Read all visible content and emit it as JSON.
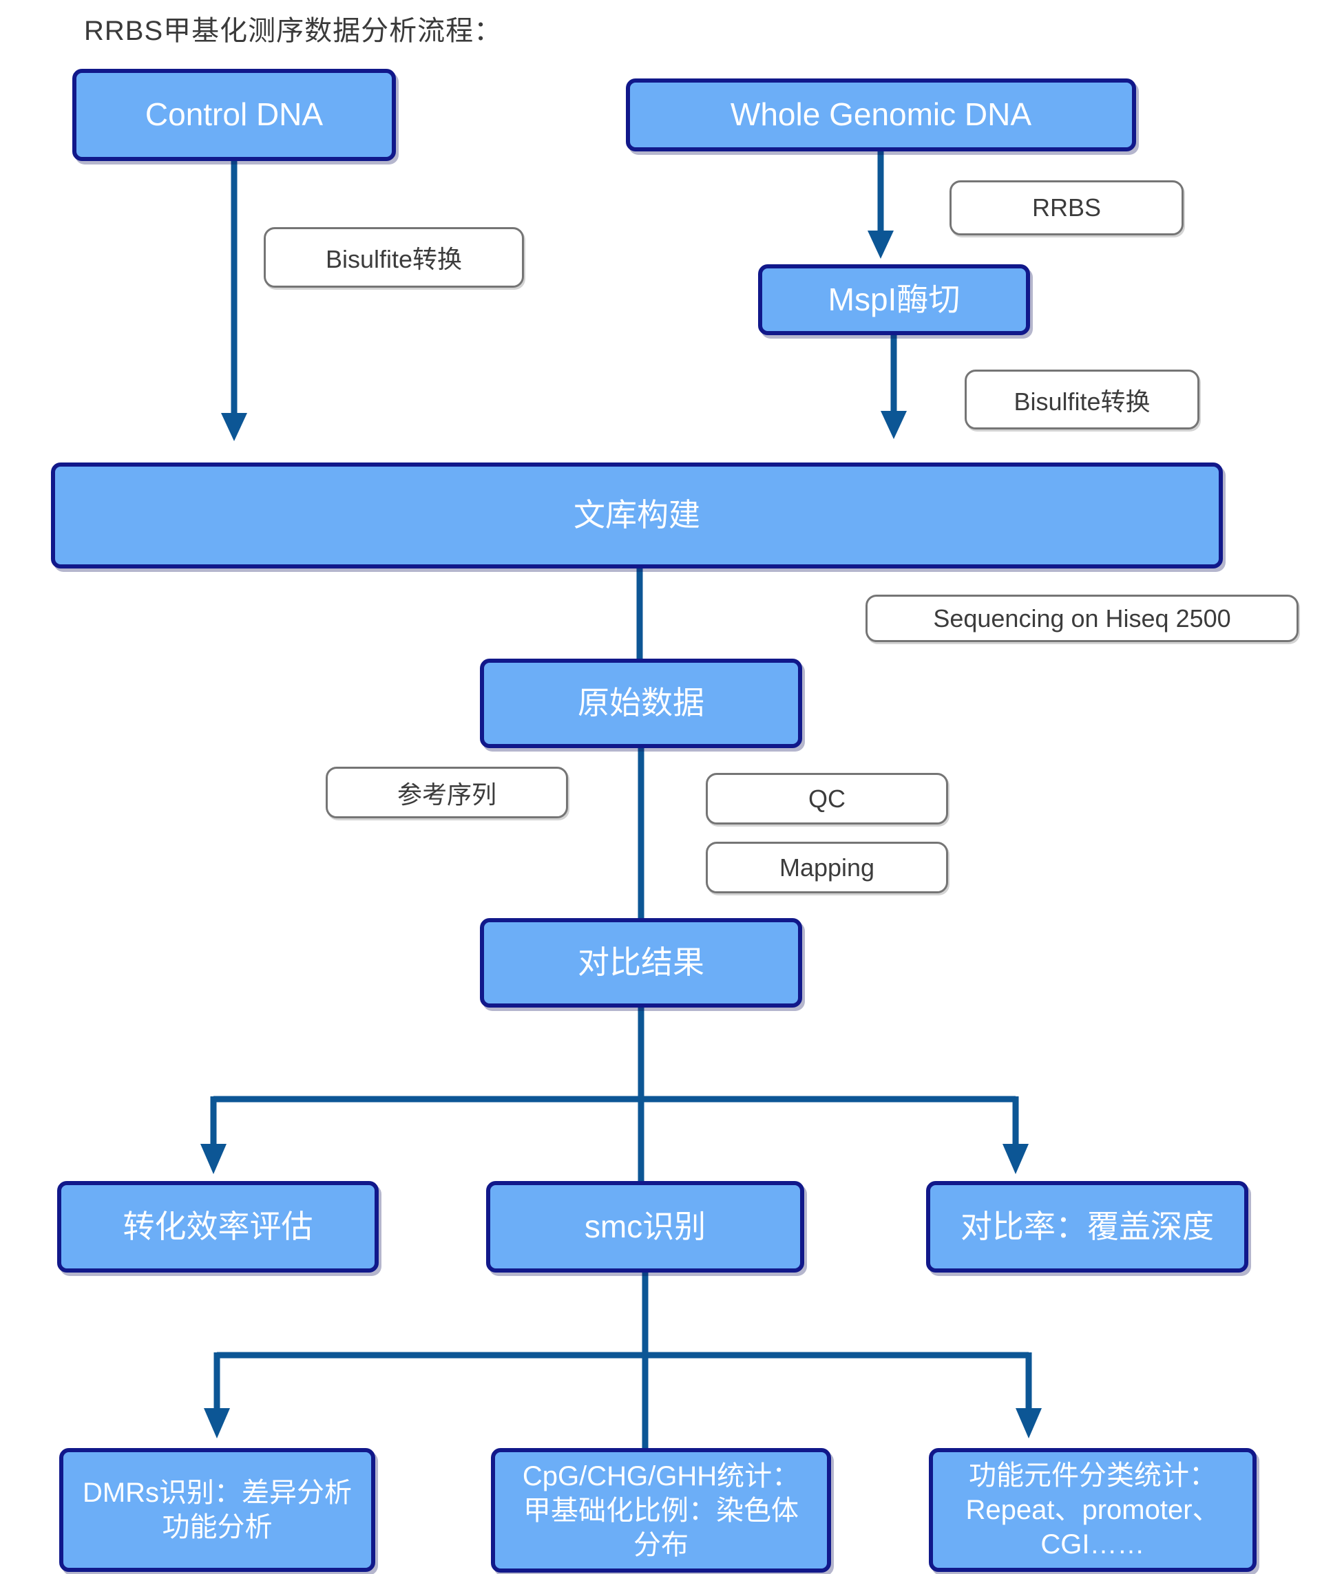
{
  "title": "RRBS甲基化测序数据分析流程：",
  "colors": {
    "node_fill": "#6caef7",
    "node_border": "#11188a",
    "node_text": "#ffffff",
    "connector": "#0c5695",
    "tag_border": "#757575",
    "tag_text": "#3c3c3c",
    "title_text": "#3a3a3a",
    "background": "#ffffff"
  },
  "nodes": {
    "control_dna": "Control DNA",
    "whole_genomic_dna": "Whole Genomic DNA",
    "mspi_digestion": "MspI酶切",
    "library_construction": "文库构建",
    "raw_data": "原始数据",
    "alignment_result": "对比结果",
    "conversion_efficiency": "转化效率评估",
    "smc_identification": "smc识别",
    "alignment_rate_coverage": "对比率：覆盖深度",
    "dmrs_identification": "DMRs识别：差异分析\n功能分析",
    "cpg_statistics": "CpG/CHG/GHH统计：\n甲基础化比例：染色体\n分布",
    "functional_elements": "功能元件分类统计：\nRepeat、promoter、\nCGI……"
  },
  "tags": {
    "bisulfite_left": "Bisulfite转换",
    "rrbs": "RRBS",
    "bisulfite_right": "Bisulfite转换",
    "sequencing": "Sequencing on Hiseq 2500",
    "reference_sequence": "参考序列",
    "qc": "QC",
    "mapping": "Mapping"
  }
}
